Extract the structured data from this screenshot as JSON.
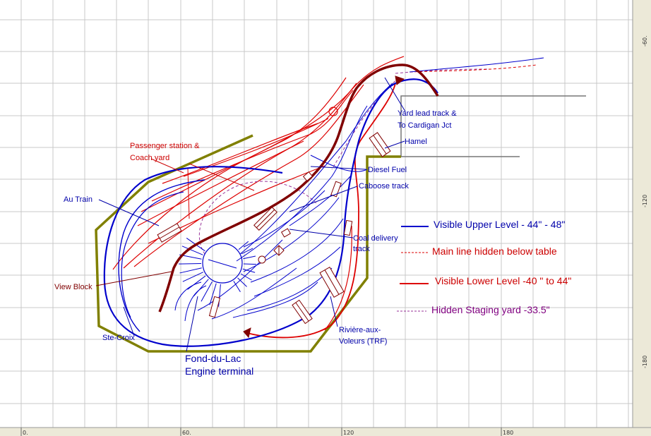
{
  "colors": {
    "grid": "#c8c8c8",
    "ruler_bg": "#ece9d8",
    "upper": "#0000cc",
    "lower": "#dd0000",
    "main_line": "#800000",
    "view_block": "#808000",
    "staging": "#993399",
    "text_blue": "#0000aa",
    "text_red": "#cc0000",
    "text_darkred": "#800000",
    "text_purple": "#800080"
  },
  "rulers": {
    "bottom": [
      "0.",
      "60.",
      "120",
      "180"
    ],
    "right": [
      "-60.",
      "-120",
      "-180"
    ]
  },
  "labels": {
    "yard_lead_1": "Yard lead track &",
    "yard_lead_2": "To Cardigan Jct",
    "hamel": "Hamel",
    "passenger_1": "Passenger station &",
    "passenger_2": "Coach yard",
    "diesel": "Diesel Fuel",
    "caboose": "Caboose track",
    "au_train": "Au Train",
    "coal_1": "Coal delivery",
    "coal_2": "track",
    "view_block": "View Block",
    "ste_croix": "Ste-Croix",
    "fond_1": "Fond-du-Lac",
    "fond_2": "Engine terminal",
    "riviere_1": "Rivière-aux-",
    "riviere_2": "Voleurs (TRF)"
  },
  "legend": [
    {
      "text": "Visible Upper Level - 44\" - 48\"",
      "style": "solid",
      "color": "#0000cc"
    },
    {
      "text": "Main line hidden below table",
      "style": "dashed",
      "color": "#dd0000"
    },
    {
      "text": "Visible Lower Level -40 \" to 44\"",
      "style": "solid",
      "color": "#dd0000"
    },
    {
      "text": "Hidden Staging yard -33.5\"",
      "style": "dashed",
      "color": "#993399"
    }
  ]
}
